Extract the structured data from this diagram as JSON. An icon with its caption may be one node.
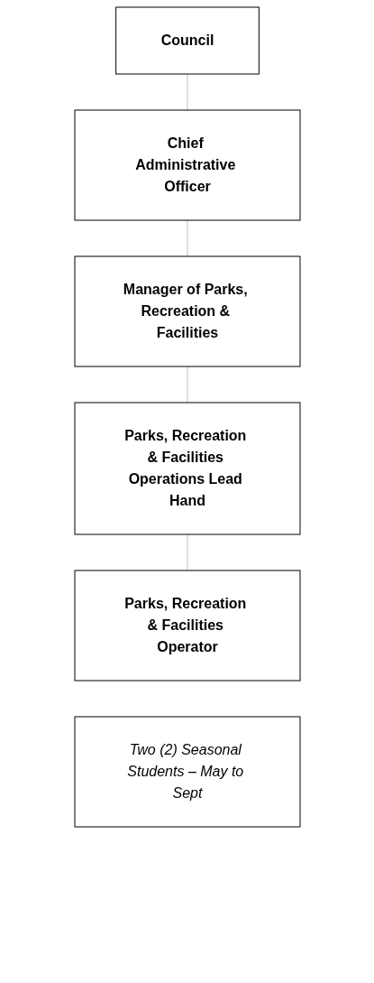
{
  "diagram": {
    "nodes": [
      {
        "text": [
          "Council"
        ]
      },
      {
        "text": [
          "Chief Administrative Officer"
        ]
      },
      {
        "text": [
          "Manager of Parks, Recreation & Facilities"
        ]
      },
      {
        "text": [
          "Parks, Recreation & Facilities Operations Lead Hand"
        ]
      },
      {
        "text": [
          "Parks, Recreation & Facilities Operator"
        ]
      },
      {
        "text": [
          "Two (2) Seasonal Students – May to Sept"
        ]
      }
    ],
    "edges": [
      {
        "from": 0,
        "to": 1,
        "arrow": "none"
      },
      {
        "from": 1,
        "to": 2,
        "arrow": "none"
      },
      {
        "from": 2,
        "to": 3,
        "arrow": "none"
      },
      {
        "from": 3,
        "to": 4,
        "arrow": "none"
      }
    ]
  }
}
